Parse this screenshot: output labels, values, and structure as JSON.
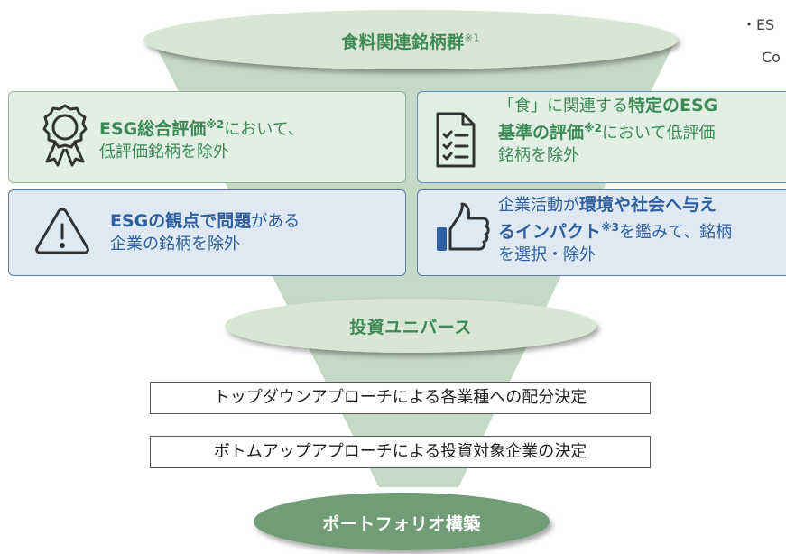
{
  "top_ellipse": {
    "label": "食料関連銘柄群",
    "note": "※1"
  },
  "side_note": {
    "bullet": "・",
    "line1": "ES",
    "line2": "Co"
  },
  "cards": {
    "esg_overall": {
      "bold": "ESG総合評価",
      "note": "※2",
      "text1": "において、",
      "text2": "低評価銘柄を除外"
    },
    "food_esg": {
      "line1_a": "「食」に関連する",
      "line1_b": "特定のESG",
      "line2_a": "基準の評価",
      "line2_note": "※2",
      "line2_b": "において低評価",
      "line3": "銘柄を除外"
    },
    "esg_problem": {
      "bold": "ESGの観点で問題",
      "text1": "がある",
      "text2": "企業の銘柄を除外"
    },
    "impact": {
      "line1_a": "企業活動が",
      "line1_b": "環境や社会へ与え",
      "line2_a": "るインパクト",
      "line2_note": "※3",
      "line2_b": "を鑑みて、銘柄",
      "line3": "を選択・除外"
    }
  },
  "middle_ellipse": {
    "label": "投資ユニバース"
  },
  "steps": [
    "トップダウンアプローチによる各業種への配分決定",
    "ボトムアップアプローチによる投資対象企業の決定"
  ],
  "bottom_ellipse": {
    "label": "ポートフォリオ構築"
  },
  "colors": {
    "funnel": "#c5d9c7",
    "ellipse_light": "#d9e6d3",
    "ellipse_dark": "#6f9d76",
    "green_text": "#3e8a55",
    "blue_text": "#2f5f9e"
  },
  "icons": [
    "award-ribbon-icon",
    "checklist-document-icon",
    "warning-triangle-icon",
    "thumbs-up-icon"
  ]
}
